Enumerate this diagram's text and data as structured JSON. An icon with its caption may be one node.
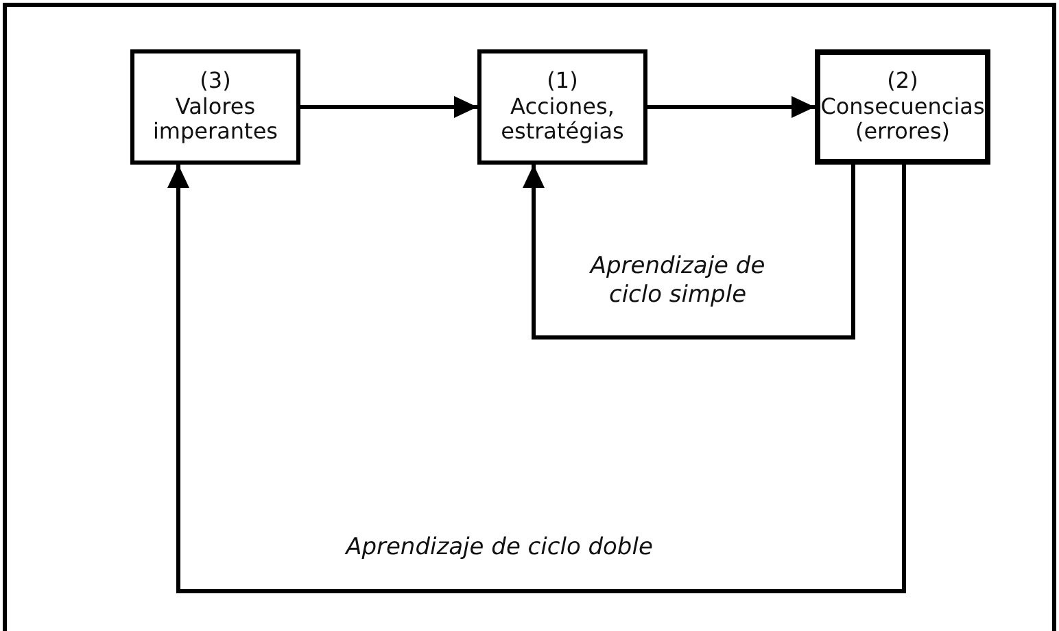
{
  "diagram": {
    "nodes": [
      {
        "text": [
          "(3)",
          "Valores imperantes"
        ]
      },
      {
        "text": [
          "(1)",
          "Acciones, estratégias"
        ]
      },
      {
        "text": [
          "(2)",
          "Consecuencias (errores)"
        ]
      }
    ],
    "edges": [
      {
        "from": 0,
        "to": 1,
        "arrow": "to"
      },
      {
        "from": 1,
        "to": 2,
        "arrow": "to"
      },
      {
        "from": 2,
        "to": 1,
        "arrow": "to",
        "label": "Aprendizaje de ciclo simple"
      },
      {
        "from": 2,
        "to": 0,
        "arrow": "to",
        "label": "Aprendizaje de ciclo doble"
      }
    ]
  }
}
